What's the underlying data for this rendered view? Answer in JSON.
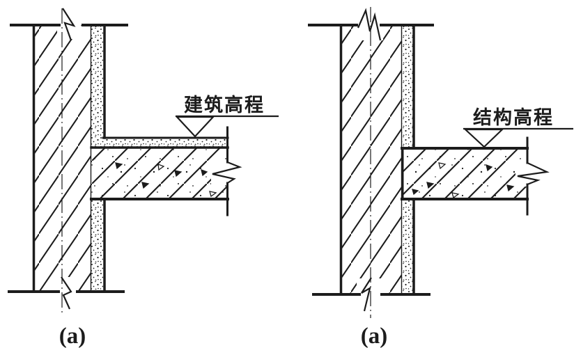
{
  "figure": {
    "background_color": "#ffffff",
    "ink_color": "#1c1c1c",
    "icons": {
      "elevation_marker": "inverted-open-triangle-level-symbol",
      "break_mark": "freehand-zigzag-break-line"
    },
    "left_panel": {
      "elevation_label": "建筑高程",
      "caption": "(a)"
    },
    "right_panel": {
      "elevation_label": "结构高程",
      "caption": "(a)"
    }
  }
}
